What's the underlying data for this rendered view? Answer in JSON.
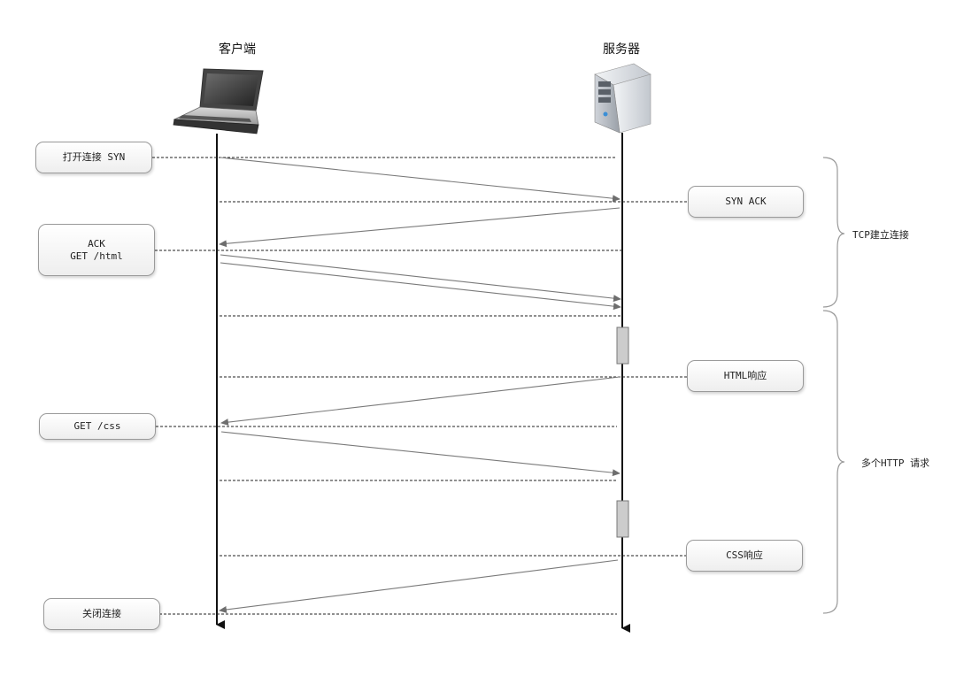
{
  "actors": {
    "client": {
      "title": "客户端",
      "icon": "laptop-icon"
    },
    "server": {
      "title": "服务器",
      "icon": "server-tower-icon"
    }
  },
  "notes": {
    "open_syn": "打开连接 SYN",
    "syn_ack": "SYN ACK",
    "ack_line1": "ACK",
    "ack_line2": "GET /html",
    "html_response": "HTML响应",
    "get_css": "GET /css",
    "css_response": "CSS响应",
    "close": "关闭连接"
  },
  "phases": {
    "tcp": "TCP建立连接",
    "http": "多个HTTP 请求"
  },
  "colors": {
    "lifeline": "#111111",
    "message": "#777777",
    "dashed": "#222222",
    "activation_fill": "#cccccc",
    "brace": "#999999"
  }
}
